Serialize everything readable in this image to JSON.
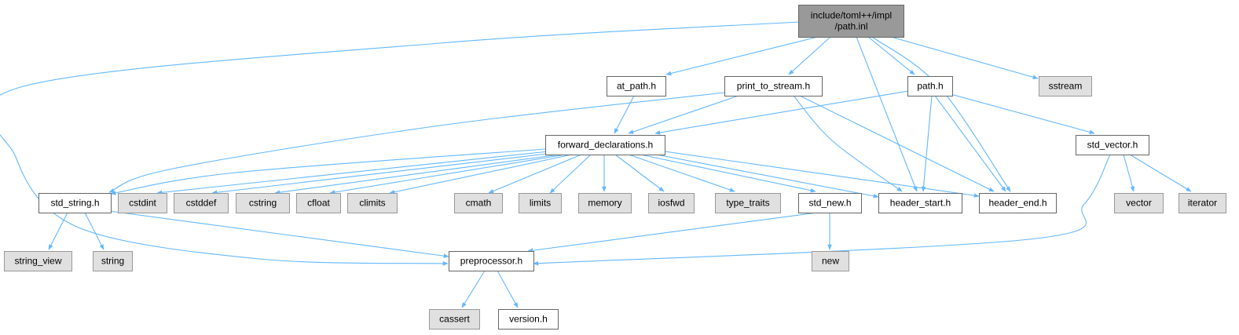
{
  "diagram": {
    "colors": {
      "edge": "#63b8ff",
      "root_fill": "#999999",
      "root_border": "#666666",
      "doc_fill": "#ffffff",
      "doc_border": "#666666",
      "system_fill": "#e0e0e0",
      "system_border": "#999999"
    },
    "nodes": [
      {
        "id": "root",
        "label": [
          "include/toml++/impl",
          "/path.inl"
        ],
        "kind": "root"
      },
      {
        "id": "at_path",
        "label": [
          "at_path.h"
        ],
        "kind": "doc"
      },
      {
        "id": "print_to_stream",
        "label": [
          "print_to_stream.h"
        ],
        "kind": "doc"
      },
      {
        "id": "path",
        "label": [
          "path.h"
        ],
        "kind": "doc"
      },
      {
        "id": "sstream",
        "label": [
          "sstream"
        ],
        "kind": "system"
      },
      {
        "id": "forward_declarations",
        "label": [
          "forward_declarations.h"
        ],
        "kind": "doc"
      },
      {
        "id": "std_vector",
        "label": [
          "std_vector.h"
        ],
        "kind": "doc"
      },
      {
        "id": "std_string",
        "label": [
          "std_string.h"
        ],
        "kind": "doc"
      },
      {
        "id": "cstdint",
        "label": [
          "cstdint"
        ],
        "kind": "system"
      },
      {
        "id": "cstddef",
        "label": [
          "cstddef"
        ],
        "kind": "system"
      },
      {
        "id": "cstring",
        "label": [
          "cstring"
        ],
        "kind": "system"
      },
      {
        "id": "cfloat",
        "label": [
          "cfloat"
        ],
        "kind": "system"
      },
      {
        "id": "climits",
        "label": [
          "climits"
        ],
        "kind": "system"
      },
      {
        "id": "cmath",
        "label": [
          "cmath"
        ],
        "kind": "system"
      },
      {
        "id": "limits",
        "label": [
          "limits"
        ],
        "kind": "system"
      },
      {
        "id": "memory",
        "label": [
          "memory"
        ],
        "kind": "system"
      },
      {
        "id": "iosfwd",
        "label": [
          "iosfwd"
        ],
        "kind": "system"
      },
      {
        "id": "type_traits",
        "label": [
          "type_traits"
        ],
        "kind": "system"
      },
      {
        "id": "std_new",
        "label": [
          "std_new.h"
        ],
        "kind": "doc"
      },
      {
        "id": "header_start",
        "label": [
          "header_start.h"
        ],
        "kind": "doc"
      },
      {
        "id": "header_end",
        "label": [
          "header_end.h"
        ],
        "kind": "doc"
      },
      {
        "id": "vector",
        "label": [
          "vector"
        ],
        "kind": "system"
      },
      {
        "id": "iterator",
        "label": [
          "iterator"
        ],
        "kind": "system"
      },
      {
        "id": "string_view",
        "label": [
          "string_view"
        ],
        "kind": "system"
      },
      {
        "id": "string",
        "label": [
          "string"
        ],
        "kind": "system"
      },
      {
        "id": "preprocessor",
        "label": [
          "preprocessor.h"
        ],
        "kind": "doc"
      },
      {
        "id": "new",
        "label": [
          "new"
        ],
        "kind": "system"
      },
      {
        "id": "cassert",
        "label": [
          "cassert"
        ],
        "kind": "system"
      },
      {
        "id": "version",
        "label": [
          "version.h"
        ],
        "kind": "doc"
      }
    ],
    "edges": [
      [
        "root",
        "at_path"
      ],
      [
        "root",
        "print_to_stream"
      ],
      [
        "root",
        "path"
      ],
      [
        "root",
        "sstream"
      ],
      [
        "root",
        "header_start"
      ],
      [
        "root",
        "header_end"
      ],
      [
        "root",
        "preprocessor"
      ],
      [
        "at_path",
        "forward_declarations"
      ],
      [
        "print_to_stream",
        "forward_declarations"
      ],
      [
        "print_to_stream",
        "std_string"
      ],
      [
        "print_to_stream",
        "header_start"
      ],
      [
        "print_to_stream",
        "header_end"
      ],
      [
        "path",
        "forward_declarations"
      ],
      [
        "path",
        "std_vector"
      ],
      [
        "path",
        "header_start"
      ],
      [
        "path",
        "header_end"
      ],
      [
        "forward_declarations",
        "std_string"
      ],
      [
        "forward_declarations",
        "cstdint"
      ],
      [
        "forward_declarations",
        "cstddef"
      ],
      [
        "forward_declarations",
        "cstring"
      ],
      [
        "forward_declarations",
        "cfloat"
      ],
      [
        "forward_declarations",
        "climits"
      ],
      [
        "forward_declarations",
        "cmath"
      ],
      [
        "forward_declarations",
        "limits"
      ],
      [
        "forward_declarations",
        "memory"
      ],
      [
        "forward_declarations",
        "iosfwd"
      ],
      [
        "forward_declarations",
        "type_traits"
      ],
      [
        "forward_declarations",
        "std_new"
      ],
      [
        "forward_declarations",
        "header_start"
      ],
      [
        "forward_declarations",
        "header_end"
      ],
      [
        "std_vector",
        "vector"
      ],
      [
        "std_vector",
        "iterator"
      ],
      [
        "std_vector",
        "preprocessor"
      ],
      [
        "std_string",
        "string_view"
      ],
      [
        "std_string",
        "string"
      ],
      [
        "std_string",
        "preprocessor"
      ],
      [
        "std_new",
        "new"
      ],
      [
        "std_new",
        "preprocessor"
      ],
      [
        "preprocessor",
        "cassert"
      ],
      [
        "preprocessor",
        "version"
      ]
    ]
  }
}
